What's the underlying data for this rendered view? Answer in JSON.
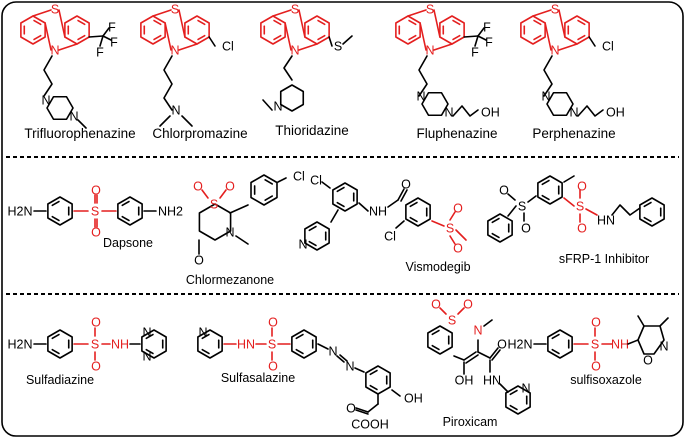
{
  "rows": [
    {
      "compounds": [
        {
          "id": "trifluorophenazine",
          "name": "Trifluorophenazine"
        },
        {
          "id": "chlorpromazine",
          "name": "Chlorpromazine"
        },
        {
          "id": "thioridazine",
          "name": "Thioridazine"
        },
        {
          "id": "fluphenazine",
          "name": "Fluphenazine"
        },
        {
          "id": "perphenazine",
          "name": "Perphenazine"
        }
      ]
    },
    {
      "compounds": [
        {
          "id": "dapsone",
          "name": "Dapsone"
        },
        {
          "id": "chlormezanone",
          "name": "Chlormezanone"
        },
        {
          "id": "vismodegib",
          "name": "Vismodegib"
        },
        {
          "id": "sfrp-inhibitor",
          "name": "sFRP-1 Inhibitor"
        }
      ]
    },
    {
      "compounds": [
        {
          "id": "sulfadiazine",
          "name": "Sulfadiazine"
        },
        {
          "id": "sulfasalazine",
          "name": "Sulfasalazine"
        },
        {
          "id": "piroxicam",
          "name": "Piroxicam"
        },
        {
          "id": "sulfisoxazole",
          "name": "sulfisoxazole"
        }
      ]
    }
  ],
  "atoms": {
    "S": "S",
    "N": "N",
    "O": "O",
    "F": "F",
    "Cl": "Cl",
    "OH": "OH",
    "H2N": "H2N",
    "NH2": "NH2",
    "NH": "NH",
    "HN": "HN",
    "H": "H",
    "HNH": "HN",
    "NHN": "N",
    "COOH": "COOH"
  },
  "colors": {
    "highlight": "#e41f1f",
    "line": "#000000"
  }
}
